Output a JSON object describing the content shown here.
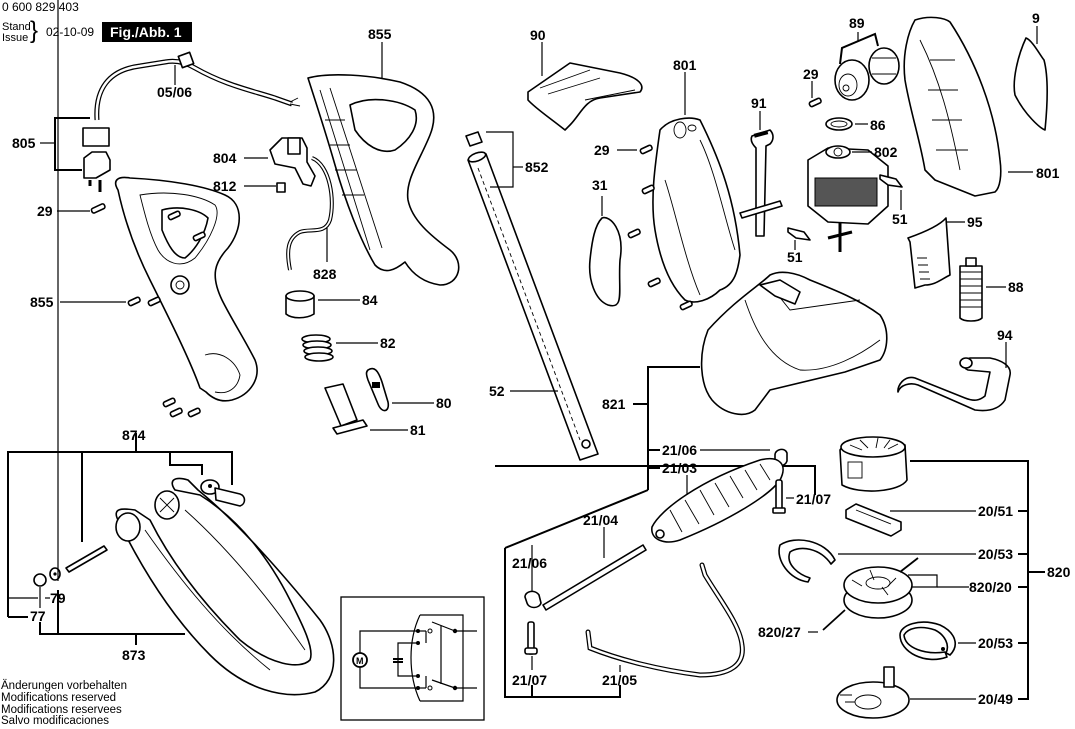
{
  "header": {
    "document_number": "0 600 829 403",
    "stand_label": "Stand",
    "issue_label": "Issue",
    "brace": "}",
    "date": "02-10-09",
    "figure_label": "Fig./Abb. 1"
  },
  "footer": {
    "lines": [
      "Änderungen vorbehalten",
      "Modifications reserved",
      "Modifications reservees",
      "Salvo modificaciones"
    ]
  },
  "callouts": {
    "cable_0506": "05/06",
    "plug_805": "805",
    "switch_804": "804",
    "contact_812": "812",
    "screw_29_left": "29",
    "housing_855_top": "855",
    "housing_855_left": "855",
    "wire_828": "828",
    "sleeve_84": "84",
    "spring_82": "82",
    "lever_80": "80",
    "slider_81": "81",
    "handle_874": "874",
    "handle_873": "873",
    "washer_79": "79",
    "ring_77": "77",
    "cap_90": "90",
    "tube_852": "852",
    "tube_52": "52",
    "cover_801_mid": "801",
    "screw_29_mid": "29",
    "plate_31": "31",
    "lever_91": "91",
    "fan_89": "89",
    "screw_29_right": "29",
    "ring_86": "86",
    "motor_802": "802",
    "brush_51_right": "51",
    "brush_51_left": "51",
    "housing_801_right": "801",
    "plate_9": "9",
    "cover_95": "95",
    "filter_88": "88",
    "handle_94": "94",
    "guard_821": "821",
    "clip_2106_top": "21/06",
    "bellows_2103": "21/03",
    "screw_2107_top": "21/07",
    "rod_2104": "21/04",
    "clip_2106_bottom": "21/06",
    "screw_2107_bottom": "21/07",
    "bracket_2105": "21/05",
    "spoolhead_820": "820",
    "holder_2051": "20/51",
    "clip_2053_top": "20/53",
    "spool_82020": "820/20",
    "line_82027": "820/27",
    "clip_2053_bottom": "20/53",
    "cap_2049": "20/49"
  },
  "schematic": {
    "motor_symbol": "M"
  }
}
